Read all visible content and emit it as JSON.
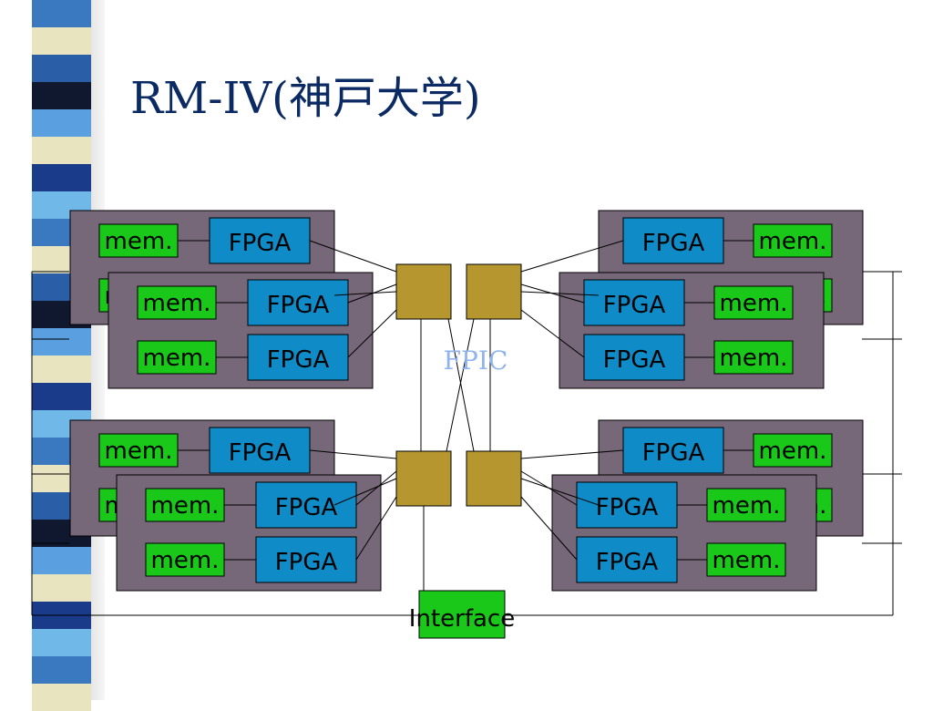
{
  "slide": {
    "title": "RM-IV(神戸大学)",
    "stripe_colors": [
      "#3a78c0",
      "#e8e4c0",
      "#2a5fa8",
      "#101830",
      "#5aa0e0",
      "#e8e4c0",
      "#1a3a8a",
      "#6fb8e8"
    ]
  },
  "diagram": {
    "fpga_label": "FPGA",
    "mem_label": "mem.",
    "fpic_label": "FPIC",
    "interface_label": "Interface",
    "colors": {
      "board": "#766878",
      "fpga": "#0f8cc8",
      "mem": "#19c819",
      "fpic": "#b5962f",
      "interface": "#19c819",
      "line": "#000000"
    }
  }
}
